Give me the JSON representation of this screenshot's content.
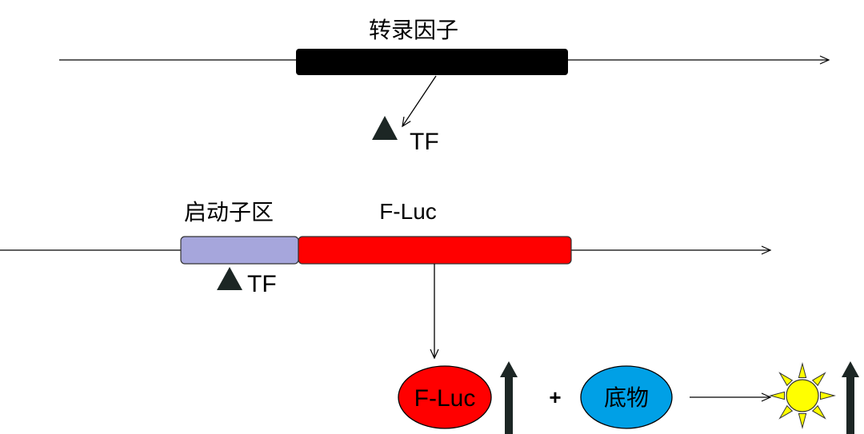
{
  "top_gene": {
    "label": "转录因子",
    "bar_color": "#000000",
    "product_label": "TF",
    "product_color": "#1c2624"
  },
  "reporter": {
    "promoter_label": "启动子区",
    "promoter_color": "#a6a6dc",
    "binding_label": "TF",
    "binding_color": "#1c2624",
    "gene_label": "F-Luc",
    "gene_color": "#ff0000"
  },
  "reaction": {
    "enzyme_label": "F-Luc",
    "enzyme_color": "#ff0000",
    "plus": "+",
    "substrate_label": "底物",
    "substrate_color": "#00a0e6",
    "light_color": "#ffff00",
    "increase_arrow_color": "#1c2624"
  }
}
